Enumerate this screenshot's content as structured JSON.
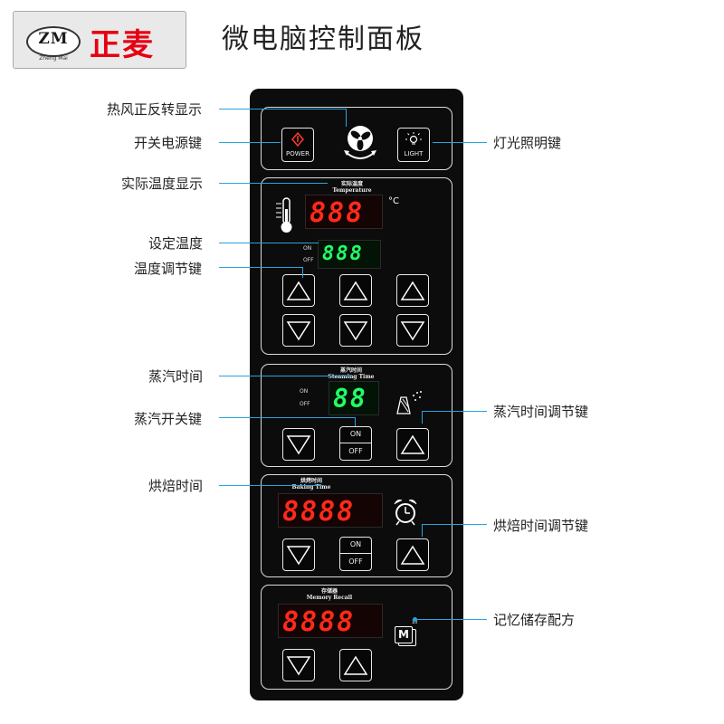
{
  "logo": {
    "mark": "ZM",
    "sub": "Zheng  Mai",
    "brand_cn": "正麦"
  },
  "page_title": "微电脑控制面板",
  "panel": {
    "power_label": "POWER",
    "light_label": "LIGHT",
    "temperature": {
      "title_cn": "实际温度",
      "title_en": "Temperature",
      "actual_display": "888",
      "unit": "°C",
      "set_display": "888",
      "on_label": "ON",
      "off_label": "OFF"
    },
    "steaming": {
      "title_cn": "蒸汽时间",
      "title_en": "Steaming Time",
      "display": "88",
      "on_label": "ON",
      "off_label": "OFF",
      "button_on": "ON",
      "button_off": "OFF"
    },
    "baking": {
      "title_cn": "烘烤时间",
      "title_en": "Baking Time",
      "display": "8888",
      "button_on": "ON",
      "button_off": "OFF"
    },
    "memory": {
      "title_cn": "存储器",
      "title_en": "Memory Recall",
      "display": "8888",
      "badge": "M",
      "badge_sup": "10"
    }
  },
  "callouts": {
    "fan_display": "热风正反转显示",
    "power_key": "开关电源键",
    "light_key": "灯光照明键",
    "actual_temp": "实际温度显示",
    "set_temp": "设定温度",
    "temp_adjust": "温度调节键",
    "steam_time": "蒸汽时间",
    "steam_switch": "蒸汽开关键",
    "steam_adjust": "蒸汽时间调节键",
    "bake_time": "烘焙时间",
    "bake_adjust": "烘焙时间调节键",
    "memory": "记忆储存配方"
  },
  "colors": {
    "panel_bg": "#0c0c0c",
    "segment_red": "#ff2a1a",
    "segment_green": "#22ff66",
    "callout_line": "#2aa3e0",
    "brand_red": "#e60012"
  }
}
